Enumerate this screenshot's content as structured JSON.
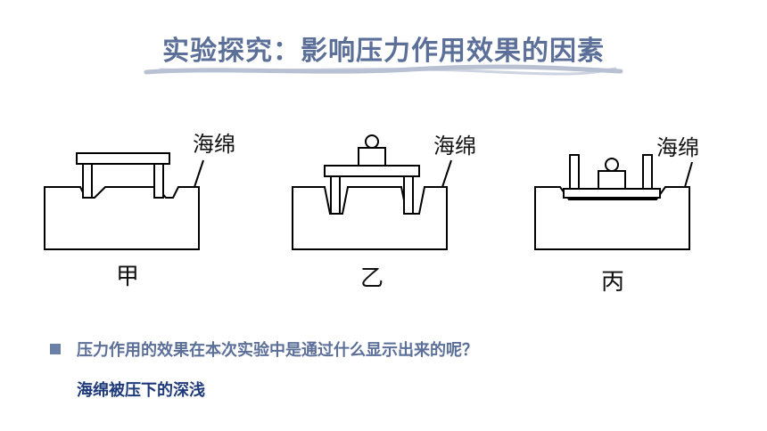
{
  "slide": {
    "title": "实验探究：影响压力作用效果的因素",
    "figures": [
      {
        "label": "甲",
        "sponge_label": "海绵"
      },
      {
        "label": "乙",
        "sponge_label": "海绵"
      },
      {
        "label": "丙",
        "sponge_label": "海绵"
      }
    ],
    "question": "压力作用的效果在本次实验中是通过什么显示出来的呢？",
    "answer": "海绵被压下的深浅"
  },
  "colors": {
    "title": "#5b6f99",
    "bullet": "#6b7fa7",
    "answer": "#1f3a7a"
  }
}
